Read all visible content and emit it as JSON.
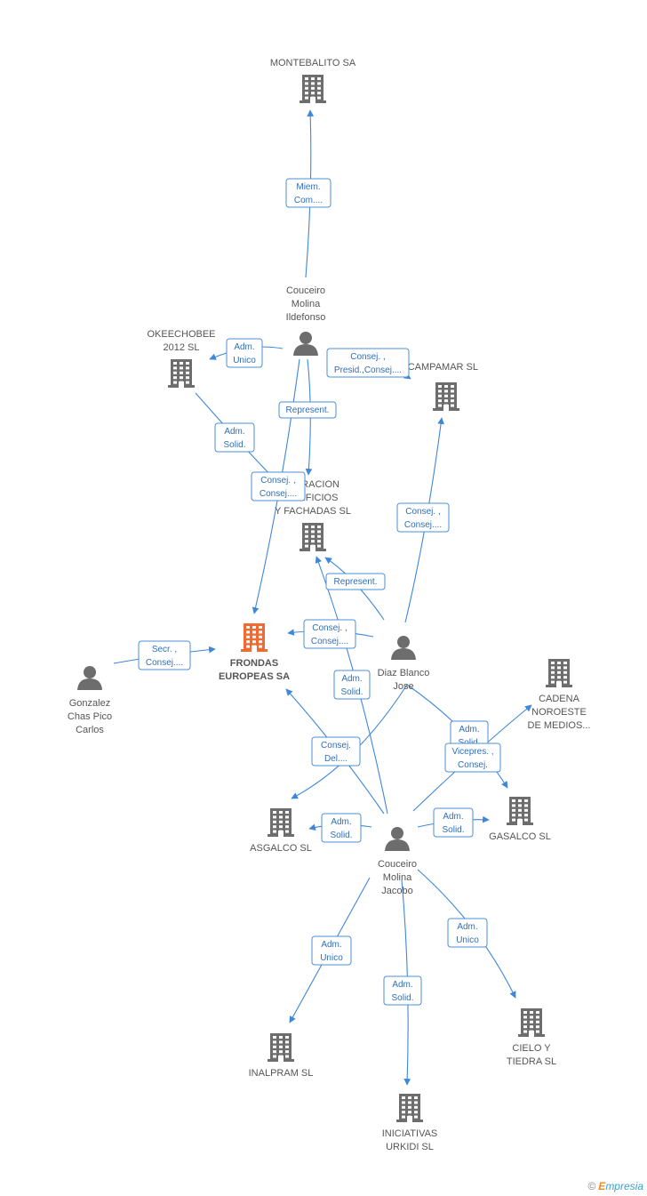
{
  "colors": {
    "company": "#6d6d6d",
    "focus": "#f26a32",
    "person": "#6d6d6d",
    "edge": "#3f87d9",
    "box_border": "#4a8fd6",
    "box_text": "#2f6fb8"
  },
  "nodes": [
    {
      "id": "montebalito",
      "type": "company",
      "lines": [
        "MONTEBALITO SA"
      ],
      "icon": "building-icon"
    },
    {
      "id": "ildefonso",
      "type": "person",
      "lines": [
        "Couceiro",
        "Molina",
        "Ildefonso"
      ],
      "icon": "person-icon"
    },
    {
      "id": "okeechobee",
      "type": "company",
      "lines": [
        "OKEECHOBEE",
        "2012 SL"
      ],
      "icon": "building-icon"
    },
    {
      "id": "campamar",
      "type": "company",
      "lines": [
        "CAMPAMAR SL"
      ],
      "icon": "building-icon"
    },
    {
      "id": "restauracion",
      "type": "company",
      "lines": [
        "...URACION",
        "...DIFICIOS",
        "Y FACHADAS SL"
      ],
      "icon": "building-icon"
    },
    {
      "id": "frondas",
      "type": "focus",
      "lines": [
        "FRONDAS",
        "EUROPEAS SA"
      ],
      "icon": "building-icon"
    },
    {
      "id": "gonzalez",
      "type": "person",
      "lines": [
        "Gonzalez",
        "Chas Pico",
        "Carlos"
      ],
      "icon": "person-icon"
    },
    {
      "id": "diaz",
      "type": "person",
      "lines": [
        "Diaz Blanco",
        "Jose"
      ],
      "icon": "person-icon"
    },
    {
      "id": "cadena",
      "type": "company",
      "lines": [
        "CADENA",
        "NOROESTE",
        "DE MEDIOS..."
      ],
      "icon": "building-icon"
    },
    {
      "id": "asgalco",
      "type": "company",
      "lines": [
        "ASGALCO SL"
      ],
      "icon": "building-icon"
    },
    {
      "id": "gasalco",
      "type": "company",
      "lines": [
        "GASALCO SL"
      ],
      "icon": "building-icon"
    },
    {
      "id": "jacobo",
      "type": "person",
      "lines": [
        "Couceiro",
        "Molina",
        "Jacobo"
      ],
      "icon": "person-icon"
    },
    {
      "id": "inalpram",
      "type": "company",
      "lines": [
        "INALPRAM SL"
      ],
      "icon": "building-icon"
    },
    {
      "id": "cielo",
      "type": "company",
      "lines": [
        "CIELO Y",
        "TIEDRA SL"
      ],
      "icon": "building-icon"
    },
    {
      "id": "iniciativas",
      "type": "company",
      "lines": [
        "INICIATIVAS",
        "URKIDI SL"
      ],
      "icon": "building-icon"
    }
  ],
  "relations": [
    {
      "id": "r1",
      "from": "ildefonso",
      "to": "montebalito",
      "lines": [
        "Miem.",
        "Com...."
      ]
    },
    {
      "id": "r2",
      "from": "ildefonso",
      "to": "okeechobee",
      "lines": [
        "Adm.",
        "Unico"
      ]
    },
    {
      "id": "r3",
      "from": "ildefonso",
      "to": "campamar",
      "lines": [
        "Consej. ,",
        "Presid.,Consej...."
      ]
    },
    {
      "id": "r4",
      "from": "ildefonso",
      "to": "restauracion",
      "lines": [
        "Represent."
      ]
    },
    {
      "id": "r5",
      "from": "ildefonso",
      "to": "frondas",
      "lines": [
        "Consej. ,",
        "Consej...."
      ]
    },
    {
      "id": "r6",
      "from": "okeechobee",
      "to": "restauracion",
      "lines": [
        "Adm.",
        "Solid."
      ]
    },
    {
      "id": "r7",
      "from": "diaz",
      "to": "campamar",
      "lines": [
        "Consej. ,",
        "Consej...."
      ]
    },
    {
      "id": "r8",
      "from": "diaz",
      "to": "restauracion",
      "lines": [
        "Represent."
      ]
    },
    {
      "id": "r9",
      "from": "diaz",
      "to": "frondas",
      "lines": [
        "Consej. ,",
        "Consej...."
      ]
    },
    {
      "id": "r10",
      "from": "gonzalez",
      "to": "frondas",
      "lines": [
        "Secr. ,",
        "Consej...."
      ]
    },
    {
      "id": "r11",
      "from": "diaz",
      "to": "asgalco",
      "lines": [
        "Adm.",
        "Solid."
      ]
    },
    {
      "id": "r12",
      "from": "diaz",
      "to": "gasalco",
      "lines": [
        "Adm.",
        "Solid."
      ]
    },
    {
      "id": "r13",
      "from": "jacobo",
      "to": "cadena",
      "lines": [
        "Vicepres. ,",
        "Consej."
      ]
    },
    {
      "id": "r14",
      "from": "jacobo",
      "to": "frondas",
      "lines": [
        "Adm.",
        "Solid."
      ]
    },
    {
      "id": "r15",
      "from": "jacobo",
      "to": "restauracion",
      "lines": [
        "Consej.",
        "Del...."
      ]
    },
    {
      "id": "r16",
      "from": "jacobo",
      "to": "asgalco",
      "lines": [
        "Adm.",
        "Solid."
      ]
    },
    {
      "id": "r17",
      "from": "jacobo",
      "to": "gasalco",
      "lines": [
        "Adm.",
        "Solid."
      ]
    },
    {
      "id": "r18",
      "from": "jacobo",
      "to": "inalpram",
      "lines": [
        "Adm.",
        "Unico"
      ]
    },
    {
      "id": "r19",
      "from": "jacobo",
      "to": "iniciativas",
      "lines": [
        "Adm.",
        "Solid."
      ]
    },
    {
      "id": "r20",
      "from": "jacobo",
      "to": "cielo",
      "lines": [
        "Adm.",
        "Unico"
      ]
    }
  ],
  "footer": {
    "copyright": "©",
    "brand_initial": "E",
    "brand_rest": "mpresia"
  }
}
